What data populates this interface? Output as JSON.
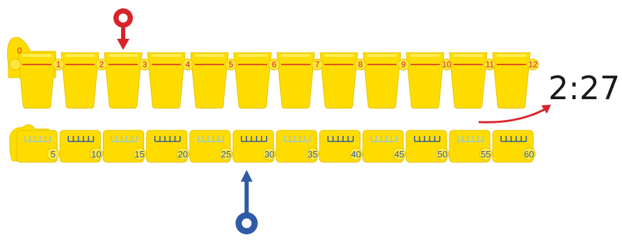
{
  "hour_ruler": {
    "labels": [
      "0",
      "1",
      "2",
      "3",
      "4",
      "5",
      "6",
      "7",
      "8",
      "9",
      "10",
      "11",
      "12"
    ],
    "segment_color": "#ffdc00",
    "label_color": "#d8232a"
  },
  "minute_ruler": {
    "labels": [
      "10",
      "20",
      "30",
      "40",
      "50",
      "60"
    ],
    "faint_labels": [
      "5",
      "15",
      "25",
      "35",
      "45",
      "55"
    ],
    "segment_color": "#ffdc00",
    "label_color": "#2f5aa6"
  },
  "hour_pointer": {
    "points_to": 2,
    "color": "#d8232a"
  },
  "minute_pointer": {
    "points_to": 27,
    "color": "#2f5aa6"
  },
  "time_display": {
    "text": "2:27"
  },
  "arrow_color": "#d8232a"
}
